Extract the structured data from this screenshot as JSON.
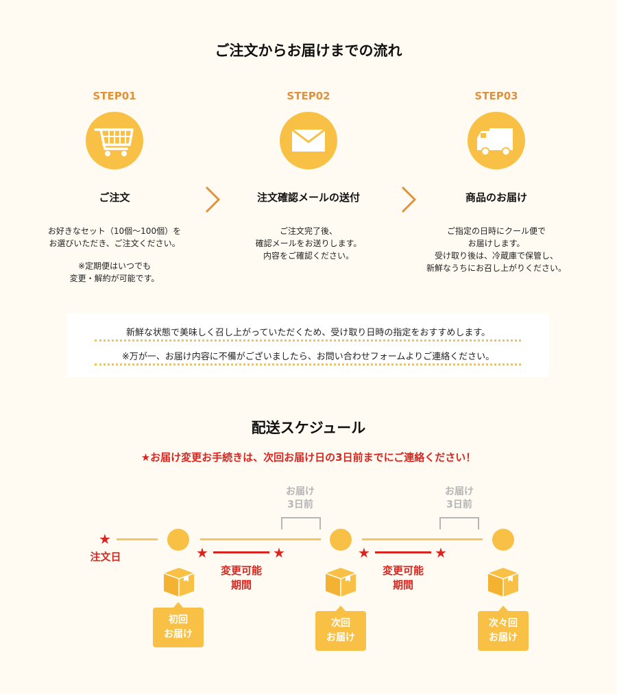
{
  "flow": {
    "title": "ご注文からお届けまでの流れ",
    "steps": [
      {
        "label": "STEP01",
        "icon": "cart-icon",
        "name": "ご注文",
        "desc": [
          "お好きなセット（10個〜100個）を",
          "お選びいただき、ご注文ください。"
        ],
        "note": [
          "※定期便はいつでも",
          "変更・解約が可能です。"
        ]
      },
      {
        "label": "STEP02",
        "icon": "mail-icon",
        "name": "注文確認メールの送付",
        "desc": [
          "ご注文完了後、",
          "確認メールをお送りします。",
          "内容をご確認ください。"
        ]
      },
      {
        "label": "STEP03",
        "icon": "truck-icon",
        "name": "商品のお届け",
        "desc": [
          "ご指定の日時にクール便で",
          "お届けします。",
          "受け取り後は、冷蔵庫で保管し、",
          "新鮮なうちにお召し上がりください。"
        ]
      }
    ]
  },
  "notice": {
    "line1": "新鮮な状態で美味しく召し上がっていただくため、受け取り日時の指定をおすすめします。",
    "line2": "※万が一、お届け内容に不備がございましたら、お問い合わせフォームよりご連絡ください。"
  },
  "schedule": {
    "title": "配送スケジュール",
    "alert_star": "★",
    "alert": "お届け変更お手続きは、次回お届け日の3日前までにご連絡ください！",
    "order_day": "注文日",
    "changeable": [
      "変更可能",
      "期間"
    ],
    "three_days_before": [
      "お届け",
      "3日前"
    ],
    "deliveries": [
      [
        "初回",
        "お届け"
      ],
      [
        "次回",
        "お届け"
      ],
      [
        "次々回",
        "お届け"
      ]
    ]
  },
  "colors": {
    "accent": "#f8c146",
    "step_label": "#e0913a",
    "alert_red": "#d9251f",
    "background": "#fffbf2"
  }
}
